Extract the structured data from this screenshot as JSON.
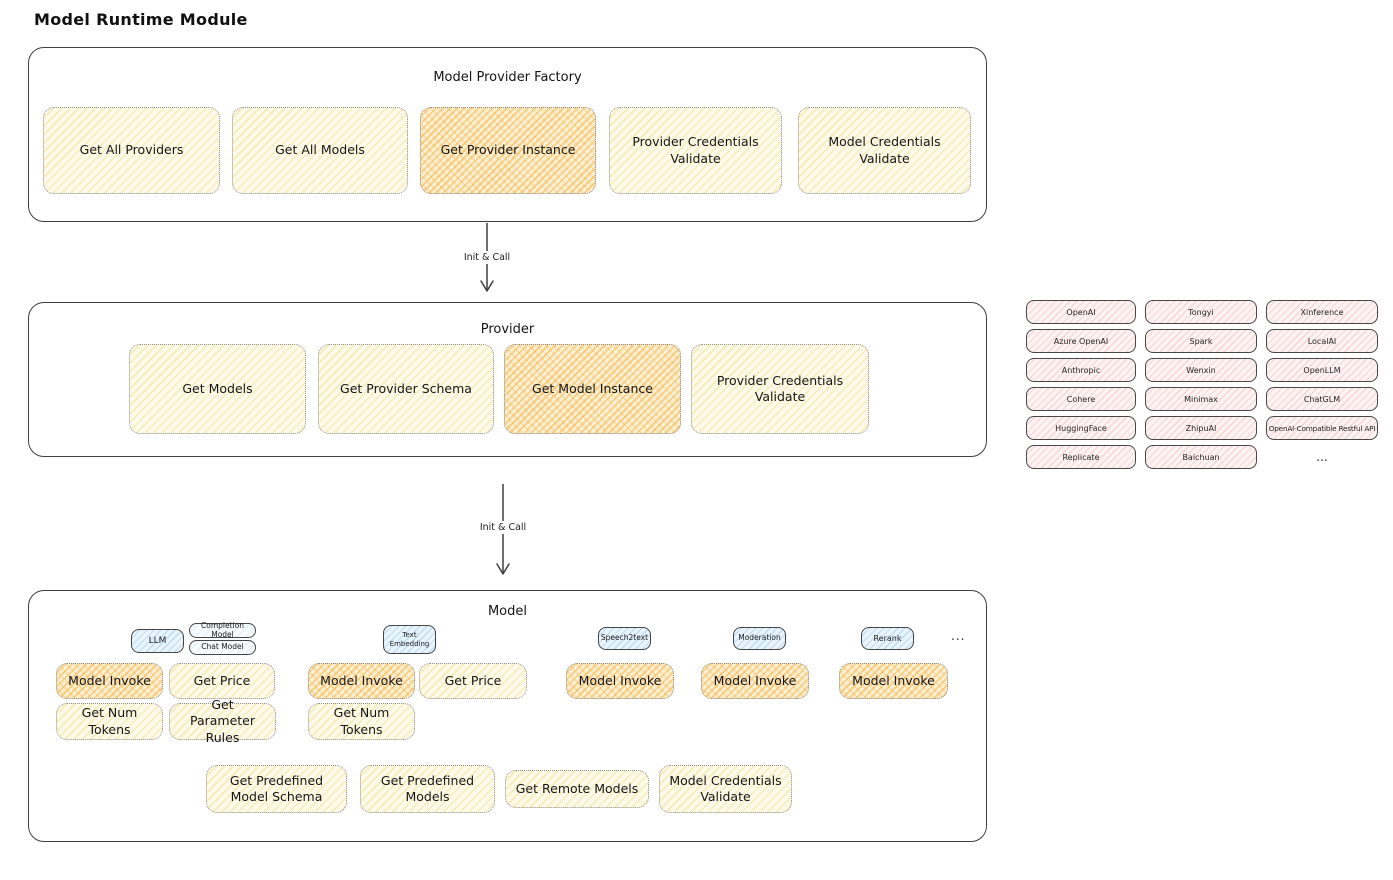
{
  "page_title": "Model Runtime Module",
  "arrows": {
    "init_call_1": "Init & Call",
    "init_call_2": "Init & Call"
  },
  "factory": {
    "title": "Model Provider Factory",
    "boxes": [
      {
        "label": "Get All Providers",
        "highlighted": false
      },
      {
        "label": "Get All Models",
        "highlighted": false
      },
      {
        "label": "Get Provider Instance",
        "highlighted": true
      },
      {
        "label": "Provider Credentials Validate",
        "highlighted": false
      },
      {
        "label": "Model Credentials Validate",
        "highlighted": false
      }
    ]
  },
  "provider": {
    "title": "Provider",
    "boxes": [
      {
        "label": "Get Models",
        "highlighted": false
      },
      {
        "label": "Get Provider Schema",
        "highlighted": false
      },
      {
        "label": "Get Model Instance",
        "highlighted": true
      },
      {
        "label": "Provider Credentials Validate",
        "highlighted": false
      }
    ]
  },
  "provider_list": {
    "items": [
      "OpenAI",
      "Tongyi",
      "Xinference",
      "Azure OpenAI",
      "Spark",
      "LocalAI",
      "Anthropic",
      "Wenxin",
      "OpenLLM",
      "Cohere",
      "Minimax",
      "ChatGLM",
      "HuggingFace",
      "ZhipuAI",
      "OpenAI-Compatible Restful API",
      "Replicate",
      "Baichuan"
    ],
    "more": "..."
  },
  "model": {
    "title": "Model",
    "tabs": {
      "llm": "LLM",
      "completion_model": "Completion Model",
      "chat_model": "Chat Model",
      "text_embedding": "Text Embedding",
      "speech2text": "Speech2text",
      "moderation": "Moderation",
      "rerank": "Rerank",
      "more": "..."
    },
    "actions": {
      "model_invoke": "Model Invoke",
      "get_price": "Get Price",
      "get_num_tokens": "Get Num Tokens",
      "get_parameter_rules": "Get Parameter Rules",
      "get_predefined_model_schema": "Get Predefined Model Schema",
      "get_predefined_models": "Get Predefined Models",
      "get_remote_models": "Get Remote Models",
      "model_credentials_validate": "Model Credentials Validate"
    }
  },
  "colors": {
    "yellow_fill": "#fefaea",
    "orange_fill": "#f6c26b",
    "pink_fill": "#fdf3f3",
    "blue_fill": "#eaf4fc",
    "border": "#3f3f3f"
  }
}
